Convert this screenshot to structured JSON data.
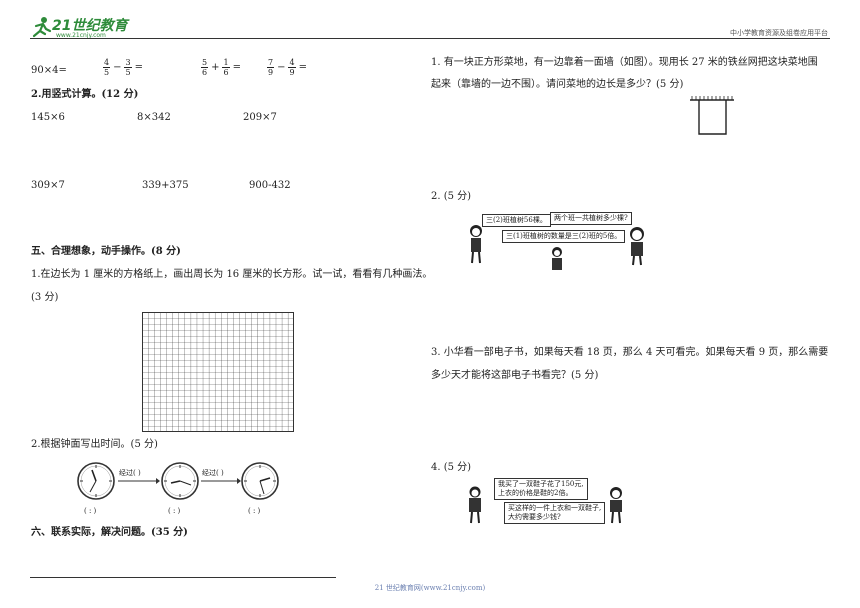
{
  "header": {
    "logo_text": "21世纪教育",
    "logo_sub": "www.21cnjy.com",
    "right_text": "中小学教育资源及组卷应用平台"
  },
  "left": {
    "row1": {
      "e1": "90×4=",
      "e2": {
        "n1": "4",
        "d1": "5",
        "op": "−",
        "n2": "3",
        "d2": "5",
        "eq": "="
      },
      "e3": {
        "n1": "5",
        "d1": "6",
        "op": "+",
        "n2": "1",
        "d2": "6",
        "eq": "="
      },
      "e4": {
        "n1": "7",
        "d1": "9",
        "op": "−",
        "n2": "4",
        "d2": "9",
        "eq": "="
      }
    },
    "q2_title": "2.用竖式计算。(12 分)",
    "q2_row1": [
      "145×6",
      "8×342",
      "209×7"
    ],
    "q2_row2": [
      "309×7",
      "339+375",
      "900-432"
    ],
    "sec5_title": "五、合理想象，动手操作。(8 分)",
    "sec5_q1_line1": "1.在边长为 1 厘米的方格纸上，画出周长为 16 厘米的长方形。试一试，看看有几种画法。",
    "sec5_q1_line2": "(3 分)",
    "sec5_q2": "2.根据钟面写出时间。(5 分)",
    "clock_arrow_label": "经过(    )",
    "clock_blank": "(    :    )",
    "sec6_title": "六、联系实际，解决问题。(35 分)"
  },
  "right": {
    "q1_line1": "1. 有一块正方形菜地，有一边靠着一面墙（如图）。现用长 27 米的铁丝网把这块菜地围",
    "q1_line2": "起来（靠墙的一边不围）。请问菜地的边长是多少？(5 分)",
    "q2_label": "2. (5 分)",
    "q2_bubble1": "三(2)班植树56棵。",
    "q2_bubble2": "两个班一共植树多少棵?",
    "q2_bubble3": "三(1)班植树的数量是三(2)班的5倍。",
    "q3_line1": "3. 小华看一部电子书，如果每天看 18 页，那么 4 天可看完。如果每天看 9 页，那么需要",
    "q3_line2": "多少天才能将这部电子书看完？(5 分)",
    "q4_label": "4. (5 分)",
    "q4_bubble1_l1": "我买了一双鞋子花了150元,",
    "q4_bubble1_l2": "上衣的价格是鞋的2倍。",
    "q4_bubble2_l1": "买这样的一件上衣和一双鞋子,",
    "q4_bubble2_l2": "大约需要多少钱?"
  },
  "footer": {
    "text": "21 世纪教育网(www.21cnjy.com)"
  },
  "colors": {
    "logo_green": "#2e8b3a",
    "line": "#333333",
    "footer_text": "#6a7fb0"
  }
}
